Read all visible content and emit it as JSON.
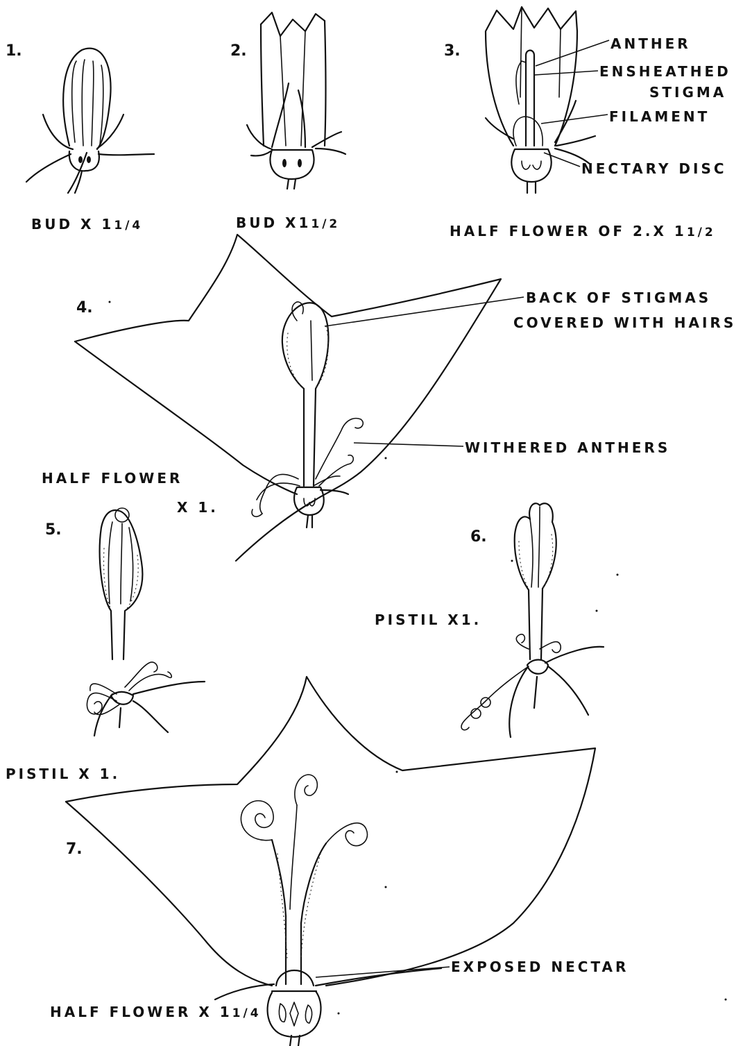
{
  "figures": [
    {
      "number": "1.",
      "caption": "BUD X 1",
      "caption_frac": "1/4"
    },
    {
      "number": "2.",
      "caption": "BUD X1",
      "caption_frac": "1/2"
    },
    {
      "number": "3.",
      "caption": "HALF FLOWER OF 2.X 1",
      "caption_frac": "1/2"
    },
    {
      "number": "4.",
      "caption_line1": "HALF FLOWER",
      "caption_line2": "X 1."
    },
    {
      "number": "5.",
      "caption": "PISTIL X 1."
    },
    {
      "number": "6.",
      "caption": "PISTIL X1."
    },
    {
      "number": "7.",
      "caption": "HALF FLOWER X 1",
      "caption_frac": "1/4"
    }
  ],
  "labels": {
    "anther": "ANTHER",
    "ensheathed_line1": "ENSHEATHED",
    "ensheathed_line2": "STIGMA",
    "filament": "FILAMENT",
    "nectary_disc": "NECTARY DISC",
    "back_stigmas_line1": "BACK OF STIGMAS",
    "back_stigmas_line2": "COVERED WITH HAIRS",
    "withered_anthers": "WITHERED ANTHERS",
    "exposed_nectar": "EXPOSED NECTAR"
  }
}
